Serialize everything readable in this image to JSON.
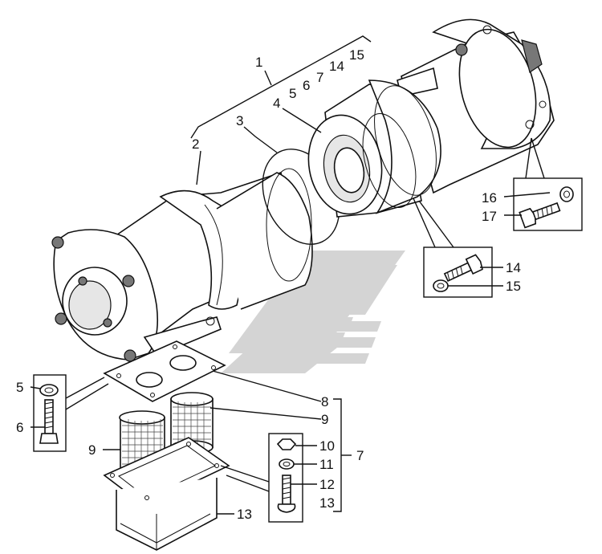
{
  "diagram": {
    "watermark_color": "#d4d4d4",
    "line_color": "#111111",
    "callouts": {
      "c1": "1",
      "c2": "2",
      "c3": "3",
      "c4": "4",
      "c5a": "5",
      "c6a": "6",
      "c7a": "7",
      "c14a": "14",
      "c15a": "15",
      "c16": "16",
      "c17": "17",
      "c14b": "14",
      "c15b": "15",
      "c5b": "5",
      "c6b": "6",
      "c8": "8",
      "c9a": "9",
      "c9b": "9",
      "c7b": "7",
      "c10": "10",
      "c11": "11",
      "c12": "12",
      "c13a": "13",
      "c13b": "13"
    }
  }
}
